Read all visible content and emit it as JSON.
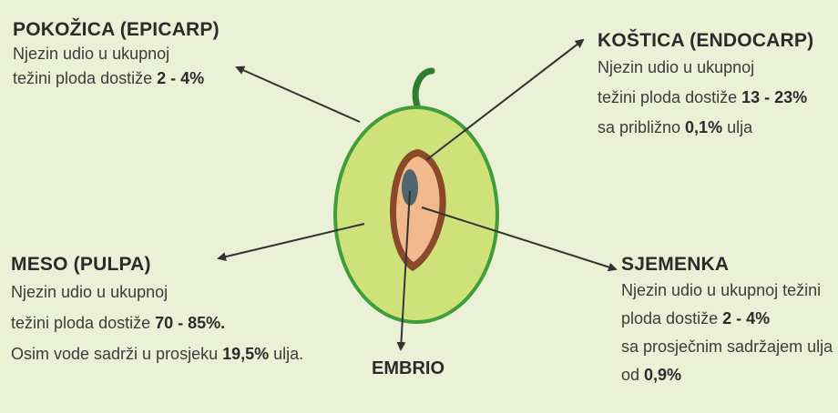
{
  "colors": {
    "background": "#eaf1d6",
    "skin": "#3f9e3a",
    "flesh": "#cfe27a",
    "stone": "#8a4a2a",
    "seed": "#f1b98c",
    "embryo": "#4f6570",
    "stem": "#2f7d2e",
    "arrow": "#333333"
  },
  "epicarp": {
    "title": "POKOŽICA (EPICARP)",
    "line1": "Njezin udio u ukupnoj",
    "line2_pre": "težini ploda dostiže ",
    "line2_val": "2 - 4%"
  },
  "endocarp": {
    "title": "KOŠTICA (ENDOCARP)",
    "line1": "Njezin udio u ukupnoj",
    "line2_pre": "težini ploda dostiže ",
    "line2_val": "13 - 23%",
    "line3_pre": "sa približno ",
    "line3_val": "0,1%",
    "line3_post": " ulja"
  },
  "pulpa": {
    "title": "MESO (PULPA)",
    "line1": "Njezin udio u ukupnoj",
    "line2_pre": "težini ploda dostiže ",
    "line2_val": "70 - 85%.",
    "line3_pre": "Osim vode sadrži u prosjeku ",
    "line3_val": "19,5%",
    "line3_post": " ulja."
  },
  "sjemenka": {
    "title": "SJEMENKA",
    "line1": "Njezin udio u ukupnoj težini",
    "line2_pre": "ploda dostiže ",
    "line2_val": "2 - 4%",
    "line3": "sa prosječnim sadržajem ulja",
    "line4_pre": "od ",
    "line4_val": "0,9%"
  },
  "embrio": {
    "title": "EMBRIO"
  }
}
